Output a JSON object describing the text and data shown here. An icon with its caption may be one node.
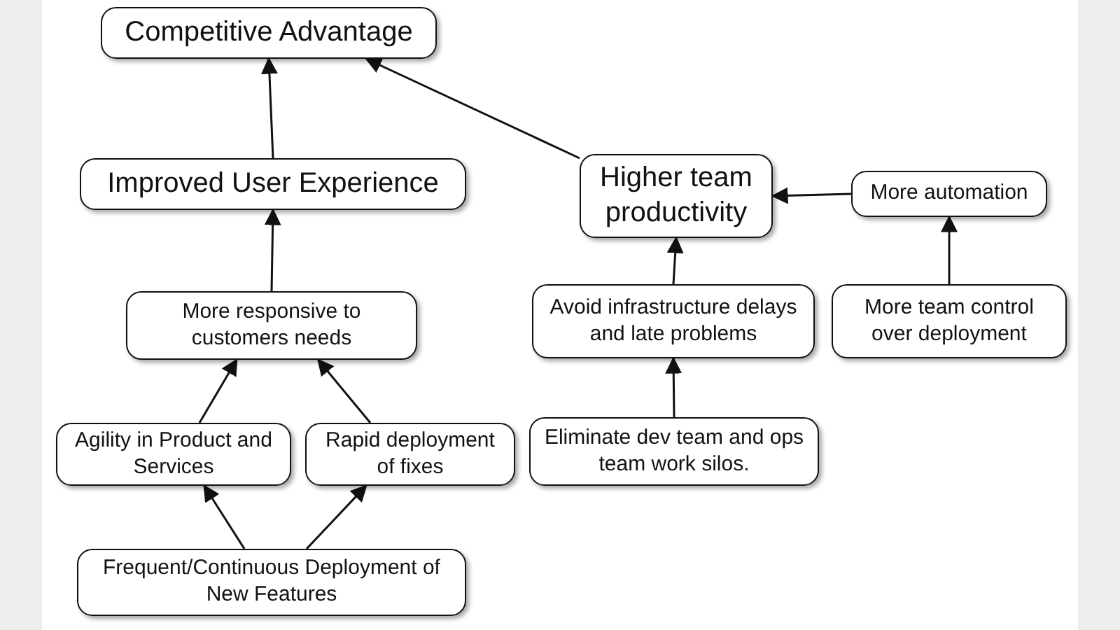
{
  "diagram": {
    "nodes": [
      {
        "text": [
          "Competitive Advantage"
        ]
      },
      {
        "text": [
          "Improved User Experience"
        ]
      },
      {
        "text": [
          "Higher team productivity"
        ]
      },
      {
        "text": [
          "More automation"
        ]
      },
      {
        "text": [
          "More responsive to customers needs"
        ]
      },
      {
        "text": [
          "Avoid infrastructure delays and late problems"
        ]
      },
      {
        "text": [
          "More team control over deployment"
        ]
      },
      {
        "text": [
          "Agility in Product and Services"
        ]
      },
      {
        "text": [
          "Rapid deployment of fixes"
        ]
      },
      {
        "text": [
          "Eliminate dev team and ops team work silos."
        ]
      },
      {
        "text": [
          "Frequent/Continuous Deployment of New Features"
        ]
      }
    ],
    "edges": [
      {
        "from": 1,
        "to": 0,
        "arrow": "to"
      },
      {
        "from": 2,
        "to": 0,
        "arrow": "to"
      },
      {
        "from": 3,
        "to": 2,
        "arrow": "to"
      },
      {
        "from": 4,
        "to": 1,
        "arrow": "to"
      },
      {
        "from": 5,
        "to": 2,
        "arrow": "to"
      },
      {
        "from": 6,
        "to": 3,
        "arrow": "to"
      },
      {
        "from": 7,
        "to": 4,
        "arrow": "to"
      },
      {
        "from": 8,
        "to": 4,
        "arrow": "to"
      },
      {
        "from": 9,
        "to": 5,
        "arrow": "to"
      },
      {
        "from": 10,
        "to": 7,
        "arrow": "to"
      },
      {
        "from": 10,
        "to": 8,
        "arrow": "to"
      }
    ]
  }
}
